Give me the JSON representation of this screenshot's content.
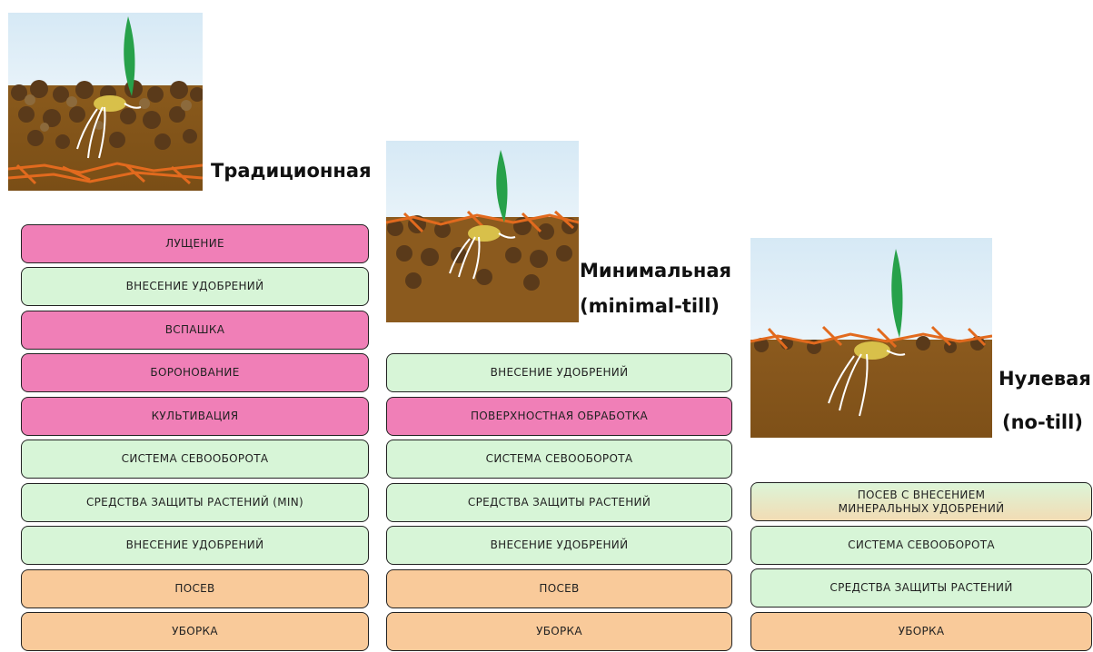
{
  "columns": [
    {
      "title": "Традиционная",
      "title_lines": [
        "Традиционная"
      ],
      "steps": [
        {
          "label": "ЛУЩЕНИЕ",
          "kind": "pink"
        },
        {
          "label": "ВНЕСЕНИЕ УДОБРЕНИЙ",
          "kind": "green"
        },
        {
          "label": "ВСПАШКА",
          "kind": "pink"
        },
        {
          "label": "БОРОНОВАНИЕ",
          "kind": "pink"
        },
        {
          "label": "КУЛЬТИВАЦИЯ",
          "kind": "pink"
        },
        {
          "label": "СИСТЕМА СЕВООБОРОТА",
          "kind": "green"
        },
        {
          "label": "СРЕДСТВА ЗАЩИТЫ РАСТЕНИЙ (MIN)",
          "kind": "green"
        },
        {
          "label": "ВНЕСЕНИЕ УДОБРЕНИЙ",
          "kind": "green"
        },
        {
          "label": "ПОСЕВ",
          "kind": "peach"
        },
        {
          "label": "УБОРКА",
          "kind": "peach"
        }
      ]
    },
    {
      "title_lines": [
        "Минимальная",
        "(minimal-till)"
      ],
      "steps": [
        {
          "label": "ВНЕСЕНИЕ УДОБРЕНИЙ",
          "kind": "green"
        },
        {
          "label": "ПОВЕРХНОСТНАЯ ОБРАБОТКА",
          "kind": "pink"
        },
        {
          "label": "СИСТЕМА СЕВООБОРОТА",
          "kind": "green"
        },
        {
          "label": "СРЕДСТВА ЗАЩИТЫ РАСТЕНИЙ",
          "kind": "green"
        },
        {
          "label": "ВНЕСЕНИЕ УДОБРЕНИЙ",
          "kind": "green"
        },
        {
          "label": "ПОСЕВ",
          "kind": "peach"
        },
        {
          "label": "УБОРКА",
          "kind": "peach"
        }
      ]
    },
    {
      "title_lines": [
        "Нулевая",
        "(no-till)"
      ],
      "steps": [
        {
          "label": "ПОСЕВ С ВНЕСЕНИЕМ МИНЕРАЛЬНЫХ УДОБРЕНИЙ",
          "label_lines": [
            "ПОСЕВ С ВНЕСЕНИЕМ",
            "МИНЕРАЛЬНЫХ УДОБРЕНИЙ"
          ],
          "kind": "mixed"
        },
        {
          "label": "СИСТЕМА СЕВООБОРОТА",
          "kind": "green"
        },
        {
          "label": "СРЕДСТВА ЗАЩИТЫ РАСТЕНИЙ",
          "kind": "green"
        },
        {
          "label": "УБОРКА",
          "kind": "peach"
        }
      ]
    }
  ],
  "colors": {
    "pink": "#f07fb7",
    "green": "#d7f5d7",
    "peach": "#f9ca9a",
    "border": "#222222"
  },
  "icons": [
    "soil-seedling-traditional",
    "soil-seedling-minimal",
    "soil-seedling-notill"
  ]
}
